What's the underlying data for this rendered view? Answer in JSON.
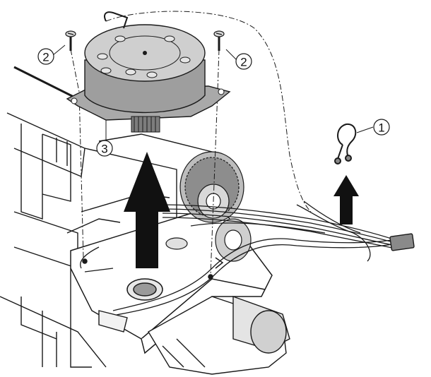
{
  "callouts": {
    "clip": "1",
    "screw_left": "2",
    "screw_right": "2",
    "motor": "3"
  },
  "colors": {
    "line": "#1a1a1a",
    "motor_top": "#c9c9c9",
    "motor_side": "#9e9e9e",
    "gear": "#8a8a8a",
    "arrow": "#111111",
    "paper": "#ffffff"
  },
  "icons": [
    "clip-icon",
    "screw-icon",
    "upward-arrow-icon",
    "motor-icon"
  ]
}
